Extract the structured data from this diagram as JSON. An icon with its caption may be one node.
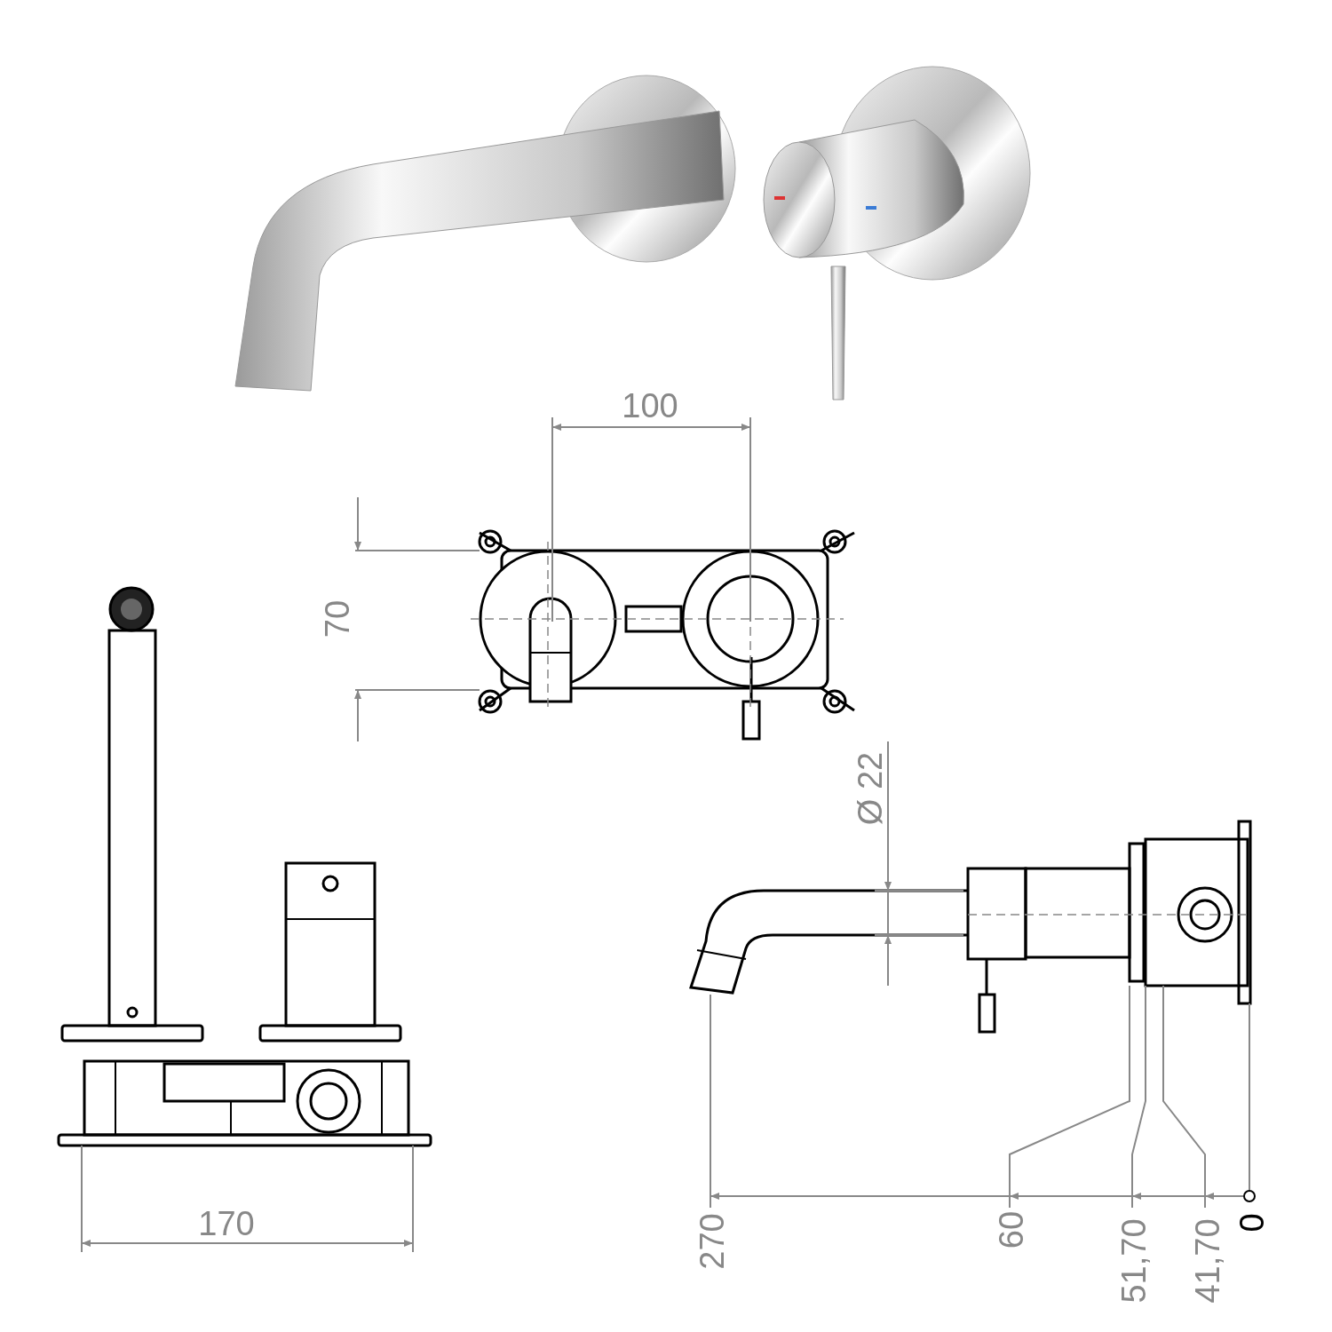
{
  "diagram": {
    "labels": [
      "100",
      "70",
      "Ø 22",
      "170",
      "270",
      "60",
      "51,70",
      "41,70",
      "0"
    ]
  }
}
